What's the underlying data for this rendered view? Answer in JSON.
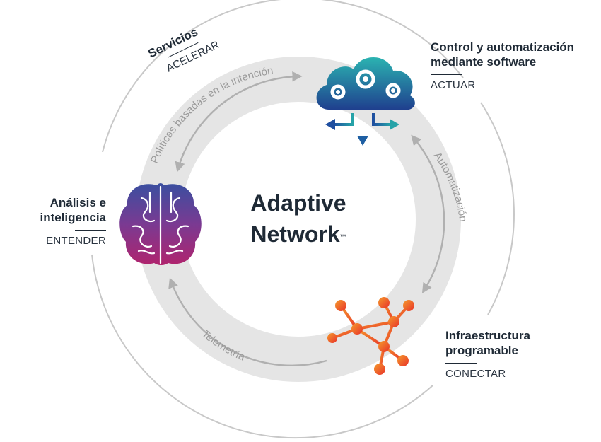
{
  "center": {
    "line1": "Adaptive",
    "line2": "Network",
    "mark": "™"
  },
  "services": {
    "title": "Servicios",
    "subtitle": "ACELERAR"
  },
  "nodes": {
    "control": {
      "title_line1": "Control y automatización",
      "title_line2": "mediante software",
      "subtitle": "ACTUAR",
      "icon": "cloud-gears-icon"
    },
    "analysis": {
      "title_line1": "Análisis e",
      "title_line2": "inteligencia",
      "subtitle": "ENTENDER",
      "icon": "brain-icon"
    },
    "infra": {
      "title_line1": "Infraestructura",
      "title_line2": "programable",
      "subtitle": "CONECTAR",
      "icon": "network-nodes-icon"
    }
  },
  "ring_labels": {
    "policies": "Políticas basadas en la intención",
    "automation": "Automatización",
    "telemetry": "Telemetría"
  },
  "colors": {
    "ring": "#e5e5e5",
    "outer_line": "#c8c8c8",
    "arrow": "#b0b0b0",
    "cloud_top": "#2bb3b1",
    "cloud_bottom": "#1f3f8e",
    "brain_top": "#3a4fa0",
    "brain_bottom": "#b0246e",
    "network": "#f04a24"
  }
}
